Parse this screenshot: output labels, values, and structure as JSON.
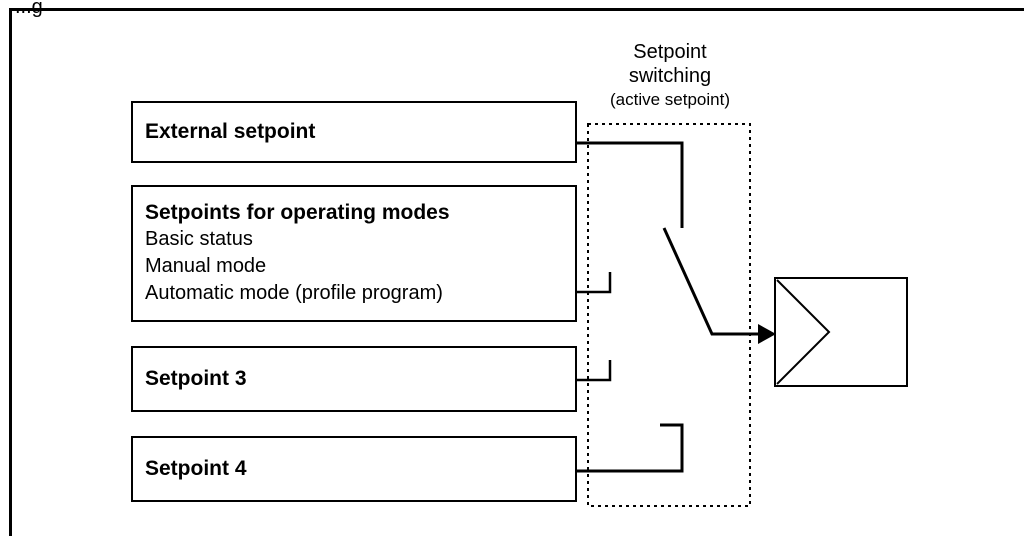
{
  "caption": "...g",
  "sources": {
    "external": {
      "title": "External setpoint"
    },
    "modes": {
      "title": "Setpoints for operating modes",
      "lines": [
        "Basic status",
        "Manual mode",
        "Automatic mode (profile program)"
      ]
    },
    "sp3": {
      "title": "Setpoint 3"
    },
    "sp4": {
      "title": "Setpoint 4"
    }
  },
  "switch": {
    "line1": "Setpoint",
    "line2": "switching",
    "line3": "(active setpoint)",
    "active_source": "External setpoint"
  },
  "target": {
    "icon": "controller-triangle-icon"
  }
}
